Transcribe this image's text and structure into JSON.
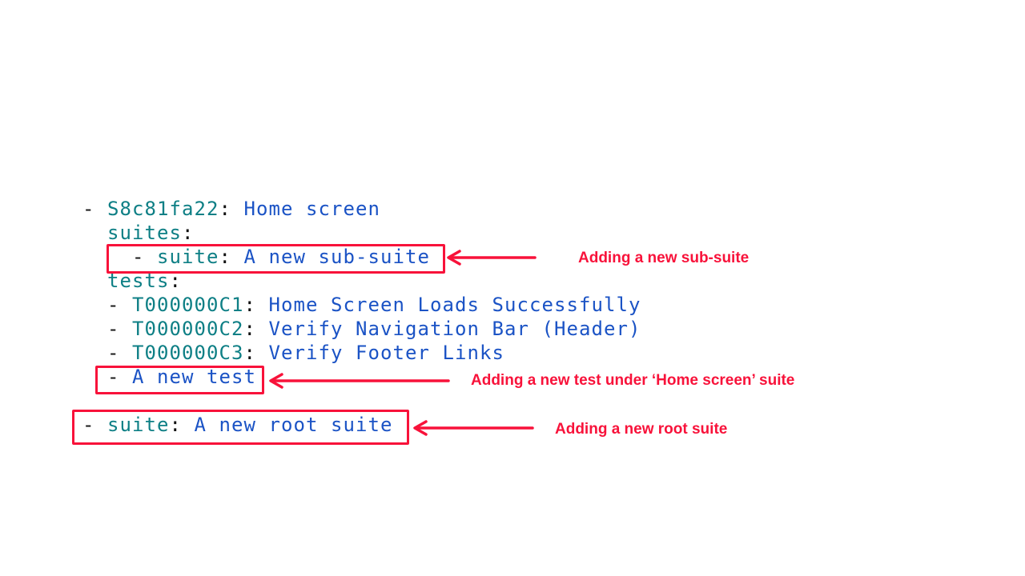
{
  "yaml": {
    "lines": [
      {
        "name": "line-suite-home",
        "segments": [
          [
            "dash",
            "- "
          ],
          [
            "key",
            "S8c81fa22"
          ],
          [
            "colon",
            ": "
          ],
          [
            "value",
            "Home screen"
          ]
        ]
      },
      {
        "name": "line-suites-key",
        "segments": [
          [
            "plain",
            "  "
          ],
          [
            "key",
            "suites"
          ],
          [
            "colon",
            ":"
          ]
        ]
      },
      {
        "name": "line-new-sub-suite",
        "segments": [
          [
            "plain",
            "    "
          ],
          [
            "dash",
            "- "
          ],
          [
            "key",
            "suite"
          ],
          [
            "colon",
            ": "
          ],
          [
            "value",
            "A new sub-suite"
          ]
        ]
      },
      {
        "name": "line-tests-key",
        "segments": [
          [
            "plain",
            "  "
          ],
          [
            "key",
            "tests"
          ],
          [
            "colon",
            ":"
          ]
        ]
      },
      {
        "name": "line-test-c1",
        "segments": [
          [
            "plain",
            "  "
          ],
          [
            "dash",
            "- "
          ],
          [
            "key",
            "T000000C1"
          ],
          [
            "colon",
            ": "
          ],
          [
            "value",
            "Home Screen Loads Successfully"
          ]
        ]
      },
      {
        "name": "line-test-c2",
        "segments": [
          [
            "plain",
            "  "
          ],
          [
            "dash",
            "- "
          ],
          [
            "key",
            "T000000C2"
          ],
          [
            "colon",
            ": "
          ],
          [
            "value",
            "Verify Navigation Bar (Header)"
          ]
        ]
      },
      {
        "name": "line-test-c3",
        "segments": [
          [
            "plain",
            "  "
          ],
          [
            "dash",
            "- "
          ],
          [
            "key",
            "T000000C3"
          ],
          [
            "colon",
            ": "
          ],
          [
            "value",
            "Verify Footer Links"
          ]
        ]
      },
      {
        "name": "line-new-test",
        "segments": [
          [
            "plain",
            "  "
          ],
          [
            "dash",
            "- "
          ],
          [
            "value",
            "A new test"
          ]
        ]
      },
      {
        "name": "line-blank",
        "segments": []
      },
      {
        "name": "line-new-root-suite",
        "segments": [
          [
            "dash",
            "- "
          ],
          [
            "key",
            "suite"
          ],
          [
            "colon",
            ": "
          ],
          [
            "value",
            "A new root suite"
          ]
        ]
      }
    ]
  },
  "annotations": [
    {
      "label": "Adding a new sub-suite"
    },
    {
      "label": "Adding a new test under ‘Home screen’ suite"
    },
    {
      "label": "Adding a new root suite"
    }
  ],
  "colors": {
    "key": "#0e7f85",
    "value": "#1b53c5",
    "punctuation": "#121212",
    "annotation_red": "#f8123a"
  }
}
